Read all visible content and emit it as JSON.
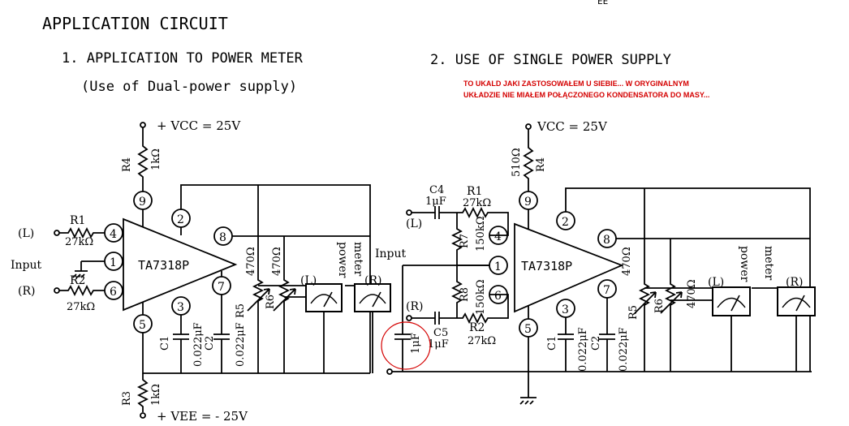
{
  "header": {
    "title": "APPLICATION CIRCUIT",
    "top_right_fragment": "EE"
  },
  "left": {
    "heading": "1. APPLICATION TO POWER METER",
    "subheading": "(Use of Dual-power supply)",
    "vcc": "+ VCC = 25V",
    "vee": "+ VEE = - 25V",
    "ic": "TA7318P",
    "pins": [
      "9",
      "2",
      "4",
      "1",
      "6",
      "8",
      "7",
      "3",
      "5"
    ],
    "labels": {
      "l": "(L)",
      "r": "(R)",
      "input": "Input",
      "r1": "R1",
      "r1v": "27kΩ",
      "r2": "R2",
      "r2v": "27kΩ",
      "r3": "R3",
      "r3v": "1kΩ",
      "r4": "R4",
      "r4v": "1kΩ",
      "r5": "R5",
      "r5v": "470Ω",
      "r6": "R6",
      "r6v": "470Ω",
      "c1": "C1",
      "c1v": "0.022μF",
      "c2": "C2",
      "c2v": "0.022μF",
      "meter_l": "(L)",
      "meter_r": "(R)",
      "power": "power",
      "meter": "meter"
    }
  },
  "right": {
    "heading": "2. USE OF SINGLE POWER SUPPLY",
    "note_line1": "TO UKALD JAKI ZASTOSOWAŁEM U SIEBIE... W ORYGINALNYM",
    "note_line2": "UKŁADZIE NIE MIAŁEM POŁĄCZONEGO KONDENSATORA DO MASY...",
    "vcc": "VCC = 25V",
    "ic": "TA7318P",
    "pins": [
      "9",
      "2",
      "4",
      "1",
      "6",
      "8",
      "7",
      "3",
      "5"
    ],
    "labels": {
      "l": "(L)",
      "r": "(R)",
      "input": "Input",
      "c4": "C4",
      "c4v": "1μF",
      "c5": "C5",
      "c5v": "1μF",
      "c_extra": "1μF",
      "r1": "R1",
      "r1v": "27kΩ",
      "r2": "R2",
      "r2v": "27kΩ",
      "r4": "R4",
      "r4v": "510Ω",
      "r5": "R5",
      "r6": "R6",
      "r6v": "470Ω",
      "r8v": "470Ω",
      "r7": "R7",
      "r7v": "150kΩ",
      "r8": "R8",
      "r8vv": "150kΩ",
      "c1": "C1",
      "c1v": "0.022μF",
      "c2": "C2",
      "c2v": "0.022μF",
      "meter_l": "(L)",
      "meter_r": "(R)",
      "power": "power",
      "meter": "meter"
    }
  },
  "colors": {
    "ink": "#000000",
    "annotation": "#d40000",
    "paper": "#ffffff"
  }
}
